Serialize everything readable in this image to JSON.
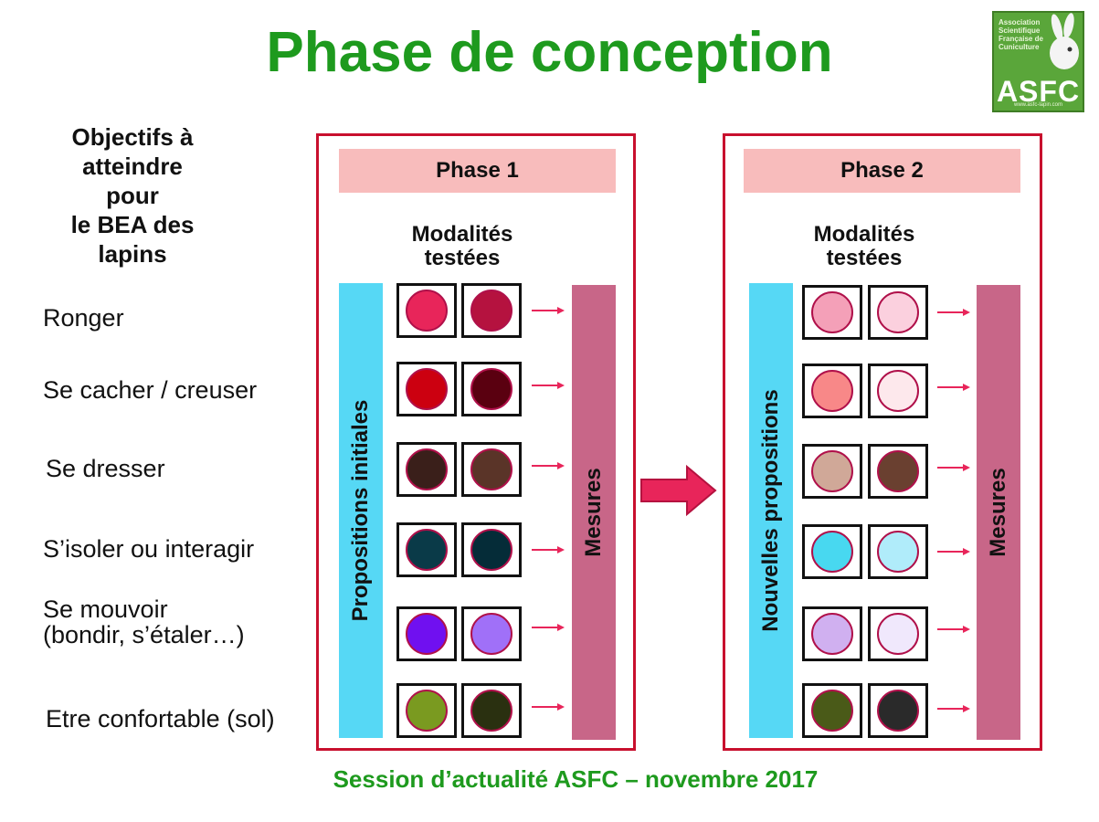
{
  "title": "Phase de conception",
  "logo": {
    "assoc_lines": [
      "Association",
      "Scientifique",
      "Française de",
      "Cuniculture"
    ],
    "mark": "ASFC",
    "url": "www.asfc-lapin.com"
  },
  "objectives_lines": [
    "Objectifs à",
    "atteindre",
    "pour",
    "le BEA des",
    "lapins"
  ],
  "goals": [
    [
      "Ronger"
    ],
    [
      "Se cacher / creuser"
    ],
    [
      "Se dresser"
    ],
    [
      "S’isoler ou interagir"
    ],
    [
      "Se mouvoir",
      "(bondir, s’étaler…)"
    ],
    [
      "Etre confortable (sol)"
    ]
  ],
  "phases": [
    {
      "label": "Phase 1",
      "modalities_lines": [
        "Modalités",
        "testées"
      ],
      "propositions_label": "Propositions initiales",
      "measures_label": "Mesures",
      "swatches": [
        [
          "#e8255a",
          "#b5123f"
        ],
        [
          "#cc0010",
          "#5a0010"
        ],
        [
          "#3a1f1a",
          "#5a3428"
        ],
        [
          "#0a3a48",
          "#052c38"
        ],
        [
          "#7010f0",
          "#a070f8"
        ],
        [
          "#7a9a20",
          "#2a3010"
        ]
      ]
    },
    {
      "label": "Phase 2",
      "modalities_lines": [
        "Modalités",
        "testées"
      ],
      "propositions_label": "Nouvelles propositions",
      "measures_label": "Mesures",
      "swatches": [
        [
          "#f4a0b8",
          "#fbd0de"
        ],
        [
          "#f88888",
          "#fde8ec"
        ],
        [
          "#d0a898",
          "#6a4030"
        ],
        [
          "#48d8f0",
          "#b0ecfa"
        ],
        [
          "#d0b0f0",
          "#f0e8fc"
        ],
        [
          "#4a5a18",
          "#2a2a2a"
        ]
      ]
    }
  ],
  "footer": "Session d’actualité ASFC – novembre  2017",
  "colors": {
    "title_green": "#1e9a1e",
    "frame_red": "#c8102e",
    "header_pink": "#f8bcbc",
    "propositions_cyan": "#56d8f5",
    "measures_mauve": "#c86688",
    "arrow_pink": "#e8255a"
  }
}
